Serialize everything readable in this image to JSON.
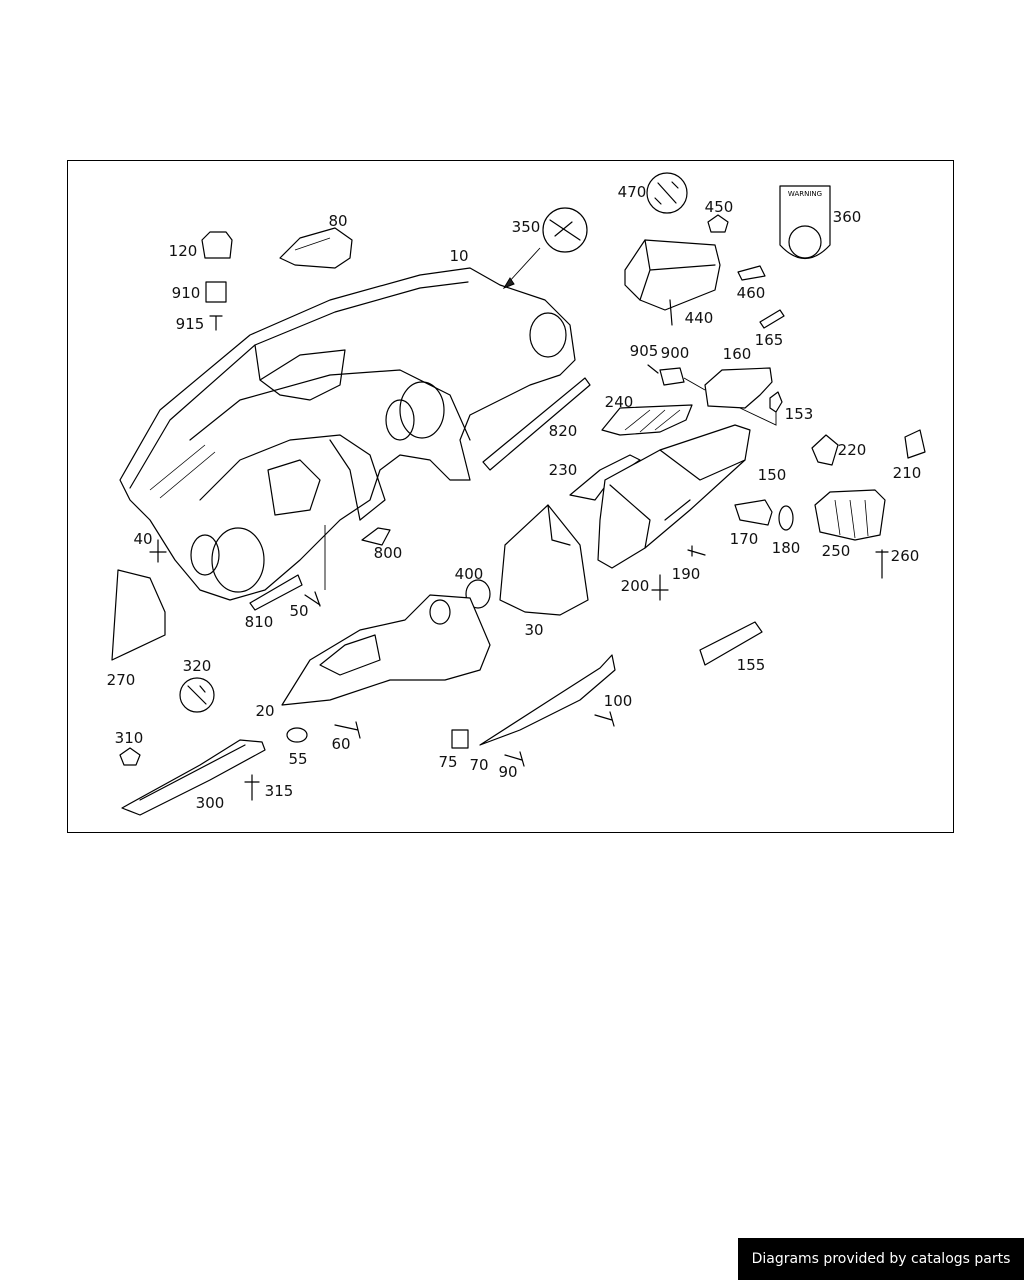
{
  "diagram": {
    "part_labels": {
      "p10": "10",
      "p20": "20",
      "p30": "30",
      "p40": "40",
      "p50": "50",
      "p55": "55",
      "p60": "60",
      "p70": "70",
      "p75": "75",
      "p80": "80",
      "p90": "90",
      "p100": "100",
      "p120": "120",
      "p150": "150",
      "p153": "153",
      "p155": "155",
      "p160": "160",
      "p165": "165",
      "p170": "170",
      "p180": "180",
      "p190": "190",
      "p200": "200",
      "p210": "210",
      "p220": "220",
      "p230": "230",
      "p240": "240",
      "p250": "250",
      "p260": "260",
      "p270": "270",
      "p300": "300",
      "p310": "310",
      "p315": "315",
      "p320": "320",
      "p350": "350",
      "p360": "360",
      "p400": "400",
      "p440": "440",
      "p450": "450",
      "p460": "460",
      "p470": "470",
      "p800": "800",
      "p810": "810",
      "p820": "820",
      "p900": "900",
      "p905": "905",
      "p910": "910",
      "p915": "915"
    },
    "warning_label_text": "WARNING"
  },
  "footer": {
    "credit": "Diagrams provided by catalogs parts"
  }
}
